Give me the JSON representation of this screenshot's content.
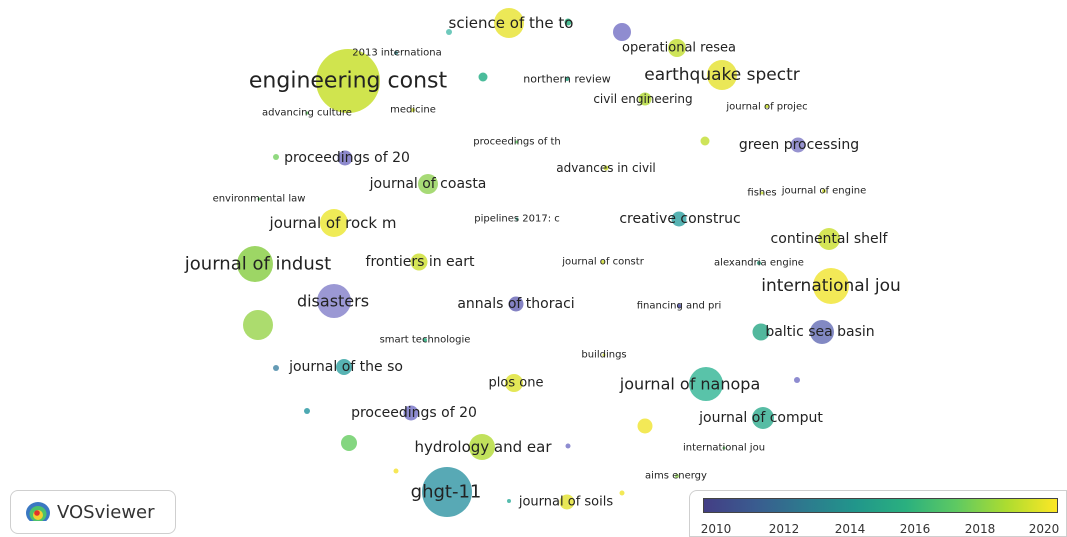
{
  "nodes": [
    {
      "id": "n1",
      "label": "engineering const",
      "d": 64,
      "color": "#c8df2f",
      "fs": 22
    },
    {
      "id": "n2",
      "label": "science of the to",
      "d": 30,
      "color": "#e9e43a",
      "fs": 15
    },
    {
      "id": "n3",
      "label": "",
      "d": 7,
      "color": "#2ab07f",
      "fs": 0
    },
    {
      "id": "n4",
      "label": "",
      "d": 18,
      "color": "#7b78c8",
      "fs": 0
    },
    {
      "id": "n5",
      "label": "operational resea",
      "d": 18,
      "color": "#c5df3c",
      "fs": 13
    },
    {
      "id": "n6",
      "label": "2013 internationa",
      "d": 4,
      "color": "#3a8a8c",
      "fs": 10
    },
    {
      "id": "n7",
      "label": "",
      "d": 6,
      "color": "#55c0b0",
      "fs": 0
    },
    {
      "id": "n8",
      "label": "earthquake spectr",
      "d": 30,
      "color": "#e6e33a",
      "fs": 17
    },
    {
      "id": "n9",
      "label": "",
      "d": 9,
      "color": "#2bb08a",
      "fs": 0
    },
    {
      "id": "n10",
      "label": "northern review",
      "d": 4,
      "color": "#2aa07f",
      "fs": 11
    },
    {
      "id": "n11",
      "label": "civil engineering",
      "d": 13,
      "color": "#b6dc40",
      "fs": 12
    },
    {
      "id": "n12",
      "label": "journal of projec",
      "d": 4,
      "color": "#cde030",
      "fs": 10
    },
    {
      "id": "n13",
      "label": "advancing culture",
      "d": 3,
      "color": "#5ec962",
      "fs": 10
    },
    {
      "id": "n14",
      "label": "medicine",
      "d": 4,
      "color": "#cfe03a",
      "fs": 10
    },
    {
      "id": "n15",
      "label": "proceedings of th",
      "d": 3,
      "color": "#5ec962",
      "fs": 10
    },
    {
      "id": "n16",
      "label": "",
      "d": 9,
      "color": "#c6df3c",
      "fs": 0
    },
    {
      "id": "n17",
      "label": "green processing",
      "d": 15,
      "color": "#8580c8",
      "fs": 14
    },
    {
      "id": "n18",
      "label": "",
      "d": 6,
      "color": "#7ed26a",
      "fs": 0
    },
    {
      "id": "n19",
      "label": "proceedings of 20",
      "d": 15,
      "color": "#7a76c4",
      "fs": 14
    },
    {
      "id": "n20",
      "label": "advances in civil",
      "d": 5,
      "color": "#cde030",
      "fs": 12
    },
    {
      "id": "n21",
      "label": "journal of coasta",
      "d": 20,
      "color": "#98d45e",
      "fs": 14
    },
    {
      "id": "n22",
      "label": "fishes",
      "d": 3,
      "color": "#c9de3a",
      "fs": 10
    },
    {
      "id": "n23",
      "label": "journal of engine",
      "d": 4,
      "color": "#d4e135",
      "fs": 10
    },
    {
      "id": "n24",
      "label": "environmental law",
      "d": 3,
      "color": "#5ec962",
      "fs": 10
    },
    {
      "id": "n25",
      "label": "journal of rock m",
      "d": 28,
      "color": "#ece83a",
      "fs": 15
    },
    {
      "id": "n26",
      "label": "pipelines 2017: c",
      "d": 3,
      "color": "#2aa07f",
      "fs": 10
    },
    {
      "id": "n27",
      "label": "creative construc",
      "d": 15,
      "color": "#3aa6a6",
      "fs": 14
    },
    {
      "id": "n28",
      "label": "continental shelf",
      "d": 22,
      "color": "#cde03a",
      "fs": 14
    },
    {
      "id": "n29",
      "label": "journal of indust",
      "d": 36,
      "color": "#8ccf4a",
      "fs": 18
    },
    {
      "id": "n30",
      "label": "frontiers in eart",
      "d": 17,
      "color": "#cfe038",
      "fs": 14
    },
    {
      "id": "n31",
      "label": "journal of constr",
      "d": 4,
      "color": "#d6e23a",
      "fs": 10
    },
    {
      "id": "n32",
      "label": "alexandria engine",
      "d": 4,
      "color": "#2aa07f",
      "fs": 10
    },
    {
      "id": "n33",
      "label": "international jou",
      "d": 36,
      "color": "#f1e53a",
      "fs": 17
    },
    {
      "id": "n34",
      "label": "disasters",
      "d": 34,
      "color": "#8a86cc",
      "fs": 16
    },
    {
      "id": "n35",
      "label": "annals of thoraci",
      "d": 15,
      "color": "#6e6cb8",
      "fs": 14
    },
    {
      "id": "n36",
      "label": "financing and pri",
      "d": 4,
      "color": "#4d4fa8",
      "fs": 10
    },
    {
      "id": "n37",
      "label": "",
      "d": 30,
      "color": "#9ed655",
      "fs": 0
    },
    {
      "id": "n38",
      "label": "baltic sea basin",
      "d": 24,
      "color": "#6c74b8",
      "fs": 14
    },
    {
      "id": "n39",
      "label": "",
      "d": 17,
      "color": "#34ab8c",
      "fs": 0
    },
    {
      "id": "n40",
      "label": "smart technologie",
      "d": 4,
      "color": "#2ab07f",
      "fs": 10
    },
    {
      "id": "n41",
      "label": "buildings",
      "d": 3,
      "color": "#d2df3a",
      "fs": 10
    },
    {
      "id": "n42",
      "label": "journal of the so",
      "d": 16,
      "color": "#3aa6a6",
      "fs": 14
    },
    {
      "id": "n43",
      "label": "",
      "d": 6,
      "color": "#4a8aa8",
      "fs": 0
    },
    {
      "id": "n44",
      "label": "plos one",
      "d": 18,
      "color": "#dfe33a",
      "fs": 13
    },
    {
      "id": "n45",
      "label": "journal of nanopa",
      "d": 34,
      "color": "#3cb89a",
      "fs": 16
    },
    {
      "id": "n46",
      "label": "",
      "d": 6,
      "color": "#7a78c8",
      "fs": 0
    },
    {
      "id": "n47",
      "label": "",
      "d": 6,
      "color": "#2e9aa5",
      "fs": 0
    },
    {
      "id": "n48",
      "label": "proceedings of 20",
      "d": 15,
      "color": "#7a78c8",
      "fs": 14
    },
    {
      "id": "n49",
      "label": "journal of comput",
      "d": 22,
      "color": "#3ab094",
      "fs": 14
    },
    {
      "id": "n50",
      "label": "",
      "d": 15,
      "color": "#f1e53a",
      "fs": 0
    },
    {
      "id": "n51",
      "label": "",
      "d": 16,
      "color": "#6fcf6a",
      "fs": 0
    },
    {
      "id": "n52",
      "label": "hydrology and ear",
      "d": 26,
      "color": "#b6dc40",
      "fs": 15
    },
    {
      "id": "n53",
      "label": "",
      "d": 5,
      "color": "#7a78c8",
      "fs": 0
    },
    {
      "id": "n54",
      "label": "international jou",
      "d": 3,
      "color": "#5ec962",
      "fs": 10
    },
    {
      "id": "n55",
      "label": "",
      "d": 5,
      "color": "#f4e33a",
      "fs": 0
    },
    {
      "id": "n56",
      "label": "aims energy",
      "d": 4,
      "color": "#95d45a",
      "fs": 10
    },
    {
      "id": "n57",
      "label": "ghgt-11",
      "d": 50,
      "color": "#3b9aa8",
      "fs": 18
    },
    {
      "id": "n58",
      "label": "",
      "d": 5,
      "color": "#f1e53a",
      "fs": 0
    },
    {
      "id": "n59",
      "label": "",
      "d": 4,
      "color": "#3ab0a0",
      "fs": 0
    },
    {
      "id": "n60",
      "label": "journal of soils",
      "d": 15,
      "color": "#e4e33a",
      "fs": 13
    }
  ],
  "logo": {
    "text": "VOSviewer",
    "icon": "vosviewer-logo-icon"
  },
  "legend": {
    "ticks": [
      "2010",
      "2012",
      "2014",
      "2016",
      "2018",
      "2020"
    ],
    "colors": [
      "#433e85",
      "#21968b",
      "#5ec962",
      "#fde725"
    ]
  }
}
